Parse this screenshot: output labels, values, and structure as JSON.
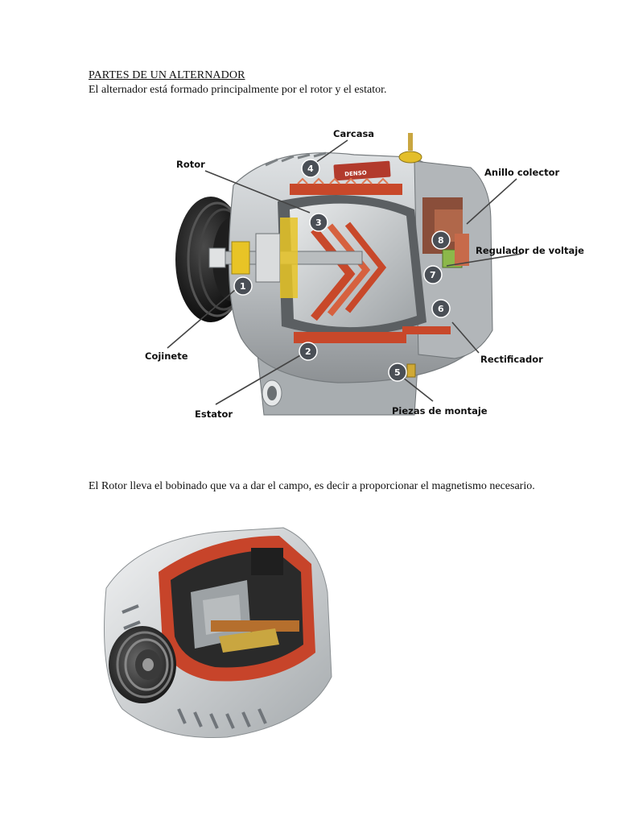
{
  "document": {
    "title": "PARTES DE UN ALTERNADOR",
    "intro": "El alternador  está formado principalmente por el rotor y el estator.",
    "rotor_paragraph": "El Rotor lleva el bobinado que va a dar el campo, es decir a proporcionar el magnetismo necesario."
  },
  "diagram": {
    "brand_plate": "DENSO",
    "labels": {
      "carcasa": "Carcasa",
      "rotor": "Rotor",
      "anillo": "Anillo colector",
      "regulador": "Regulador de voltaje",
      "cojinete": "Cojinete",
      "rectificador": "Rectificador",
      "estator": "Estator",
      "piezas": "Piezas de montaje"
    },
    "badges": [
      "1",
      "2",
      "3",
      "4",
      "5",
      "6",
      "7",
      "8"
    ]
  },
  "colors": {
    "metal": "#c9ccce",
    "metal_dark": "#8d9194",
    "copper": "#c8482a",
    "badge": "#4a4f56",
    "yellow": "#e8c426",
    "green": "#8cb84a"
  }
}
